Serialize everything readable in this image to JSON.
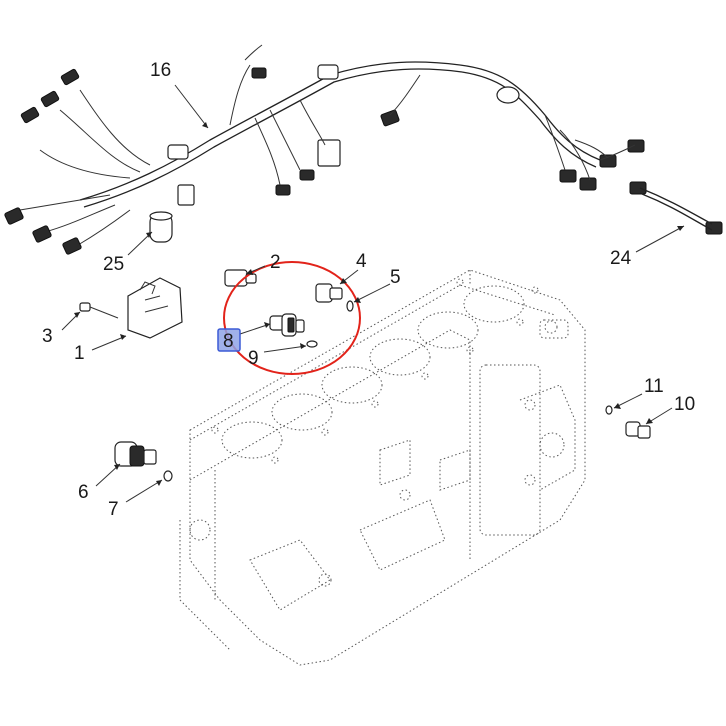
{
  "callouts": [
    {
      "id": "16",
      "label": "16"
    },
    {
      "id": "25",
      "label": "25"
    },
    {
      "id": "24",
      "label": "24"
    },
    {
      "id": "2",
      "label": "2"
    },
    {
      "id": "4",
      "label": "4"
    },
    {
      "id": "5",
      "label": "5"
    },
    {
      "id": "3",
      "label": "3"
    },
    {
      "id": "1",
      "label": "1"
    },
    {
      "id": "8",
      "label": "8"
    },
    {
      "id": "9",
      "label": "9"
    },
    {
      "id": "11",
      "label": "11"
    },
    {
      "id": "10",
      "label": "10"
    },
    {
      "id": "6",
      "label": "6"
    },
    {
      "id": "7",
      "label": "7"
    }
  ],
  "colors": {
    "highlight_ring": "#e2231a",
    "selected_badge_fill": "#8fa3e6",
    "selected_badge_stroke": "#3c5bd6",
    "line": "#222222",
    "background": "#ffffff"
  },
  "selected_callout": "8"
}
